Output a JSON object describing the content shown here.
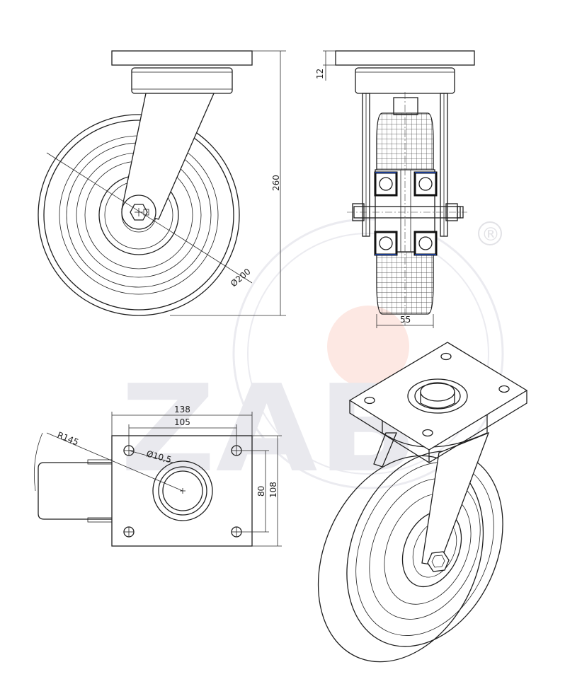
{
  "watermark": {
    "brand": "ZAB",
    "registered_mark": "®",
    "ring_color": "#ebebf0",
    "dot_color": "#fde8e3"
  },
  "dimensions": {
    "wheel_diameter": "Ø200",
    "overall_height": "260",
    "plate_thickness": "12",
    "wheel_width": "55",
    "plate_length": "138",
    "bolt_spacing_x": "105",
    "bolt_spacing_y": "80",
    "plate_width": "108",
    "hole_diameter": "Ø10,5",
    "swivel_radius": "R145"
  },
  "colors": {
    "line": "#1e1e1e",
    "bearing_fill": "#111111",
    "bearing_accent": "#1a3b8f"
  }
}
